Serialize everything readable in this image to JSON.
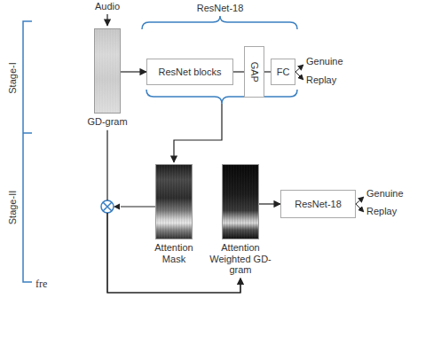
{
  "diagram": {
    "nodes": [
      {
        "text": [
          "GD-gram"
        ]
      },
      {
        "text": [
          "ResNet blocks"
        ]
      },
      {
        "text": [
          "GAP"
        ]
      },
      {
        "text": [
          "FC"
        ]
      },
      {
        "text": [
          "Attention Mask"
        ]
      },
      {
        "text": [
          "Attention Weighted GD-gram"
        ]
      },
      {
        "text": [
          "ResNet-18"
        ]
      }
    ],
    "edges": [
      {
        "from": 0,
        "to": 1,
        "arrow": "to"
      },
      {
        "from": 1,
        "to": 2,
        "arrow": "none"
      },
      {
        "from": 2,
        "to": 3,
        "arrow": "none"
      },
      {
        "from": 0,
        "to": 5,
        "arrow": "to"
      },
      {
        "from": 4,
        "to": 5,
        "arrow": "to"
      },
      {
        "from": 5,
        "to": 6,
        "arrow": "to"
      }
    ],
    "labels": [
      "Audio",
      "ResNet-18",
      "Stage-I",
      "Stage-II",
      "Genuine",
      "Replay",
      "Genuine",
      "Replay",
      "fre"
    ]
  }
}
